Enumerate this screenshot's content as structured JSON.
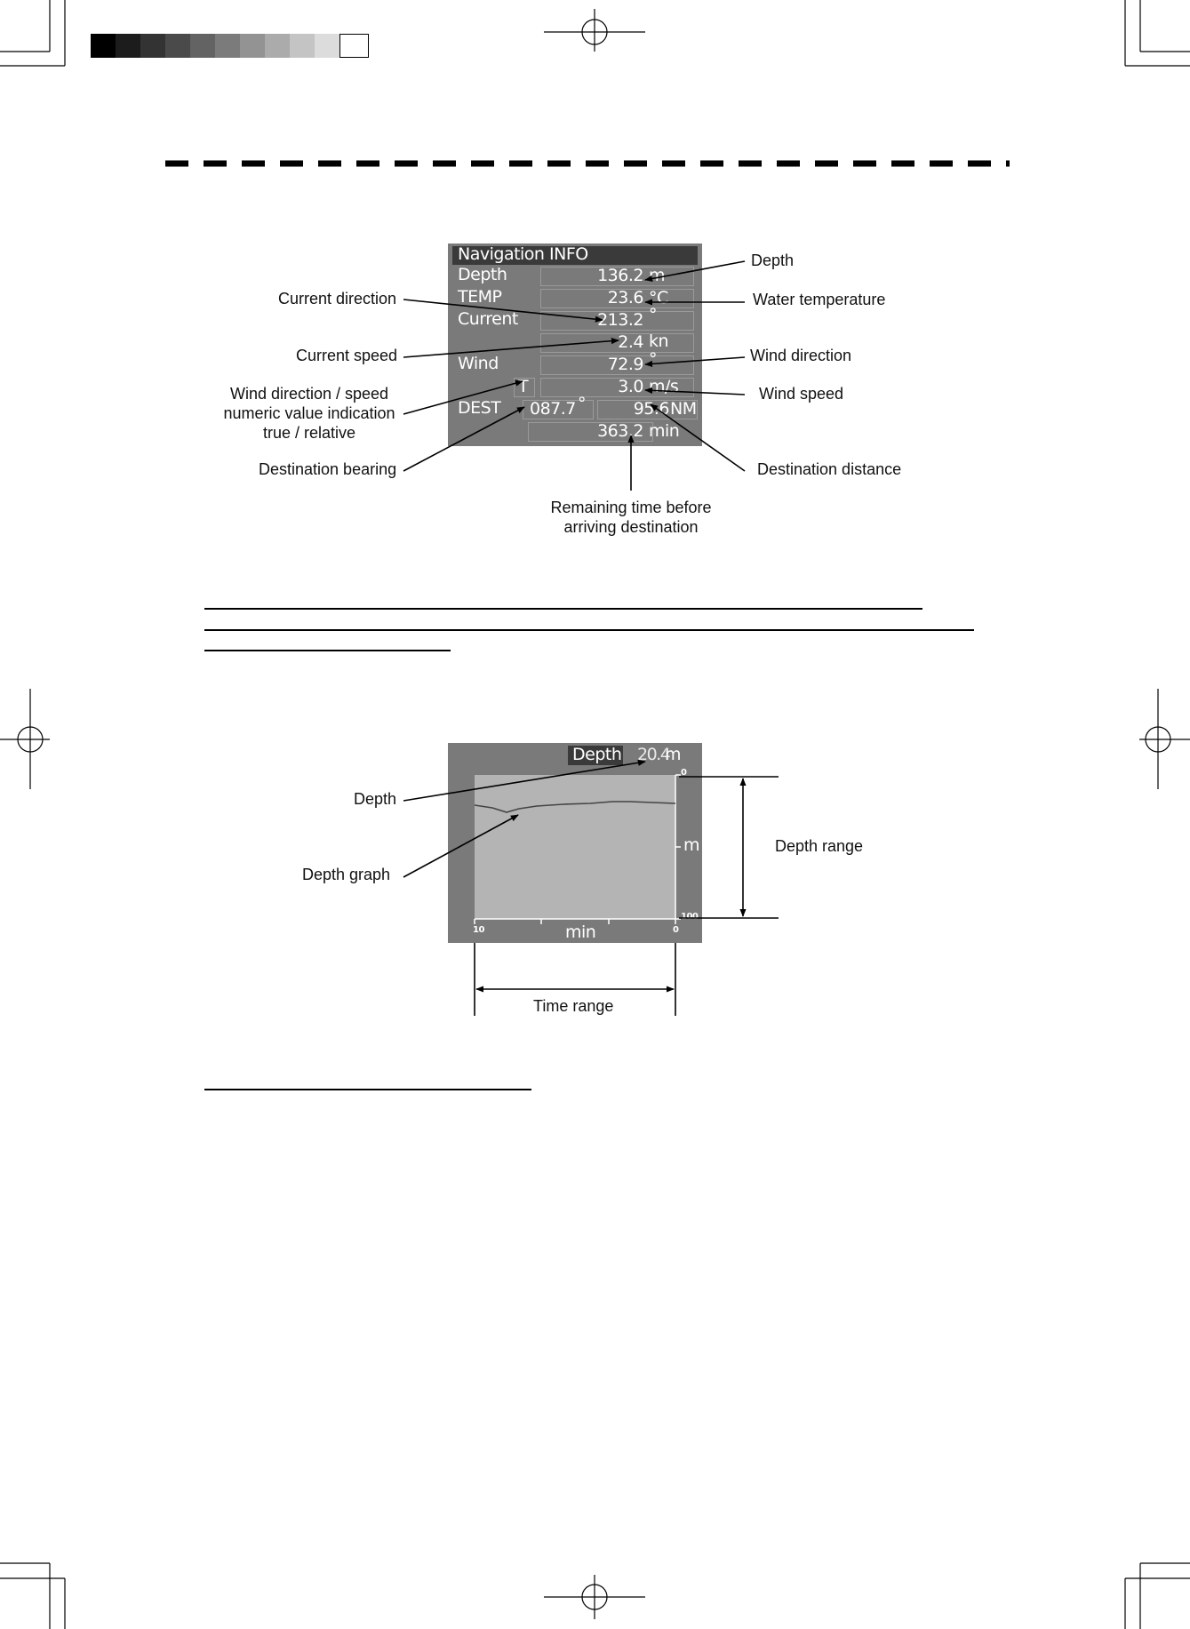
{
  "colors": {
    "panel_bg": "#7a7a7a",
    "graph_bg": "#b4b4b4",
    "title_bar": "#3a3a3a",
    "text_white": "#ffffff"
  },
  "nav_panel": {
    "title": "Navigation  INFO",
    "rows": {
      "depth_label": "Depth",
      "depth_value": "136.2",
      "depth_unit": "m",
      "temp_label": "TEMP",
      "temp_value": "23.6",
      "temp_unit": "°C",
      "current_label": "Current",
      "current_dir_value": "213.2",
      "current_dir_unit": "°",
      "current_speed_value": "2.4",
      "current_speed_unit": "kn",
      "wind_label": "Wind",
      "wind_dir_value": "72.9",
      "wind_dir_unit": "°",
      "wind_mode": "T",
      "wind_speed_value": "3.0",
      "wind_speed_unit": "m/s",
      "dest_label": "DEST",
      "dest_bearing_value": "087.7",
      "dest_bearing_unit": "°",
      "dest_distance_value": "95.6",
      "dest_distance_unit": "NM",
      "dest_time_value": "363.2",
      "dest_time_unit": "min"
    }
  },
  "nav_callouts": {
    "depth": "Depth",
    "water_temperature": "Water temperature",
    "current_direction": "Current direction",
    "current_speed": "Current speed",
    "wind_direction": "Wind direction",
    "wind_speed": "Wind speed",
    "wind_mode_line1": "Wind direction / speed",
    "wind_mode_line2": "numeric value indication",
    "wind_mode_line3": "true / relative",
    "destination_bearing": "Destination bearing",
    "destination_distance": "Destination distance",
    "remaining_line1": "Remaining time before",
    "remaining_line2": "arriving destination"
  },
  "depth_panel": {
    "title": "Depth",
    "value": "20.4",
    "unit": "m",
    "y_top": "0",
    "y_unit": "m",
    "y_bottom": "100",
    "x_left": "10",
    "x_unit": "min",
    "x_right": "0"
  },
  "depth_callouts": {
    "depth": "Depth",
    "depth_graph": "Depth graph",
    "depth_range": "Depth range",
    "time_range": "Time range"
  }
}
